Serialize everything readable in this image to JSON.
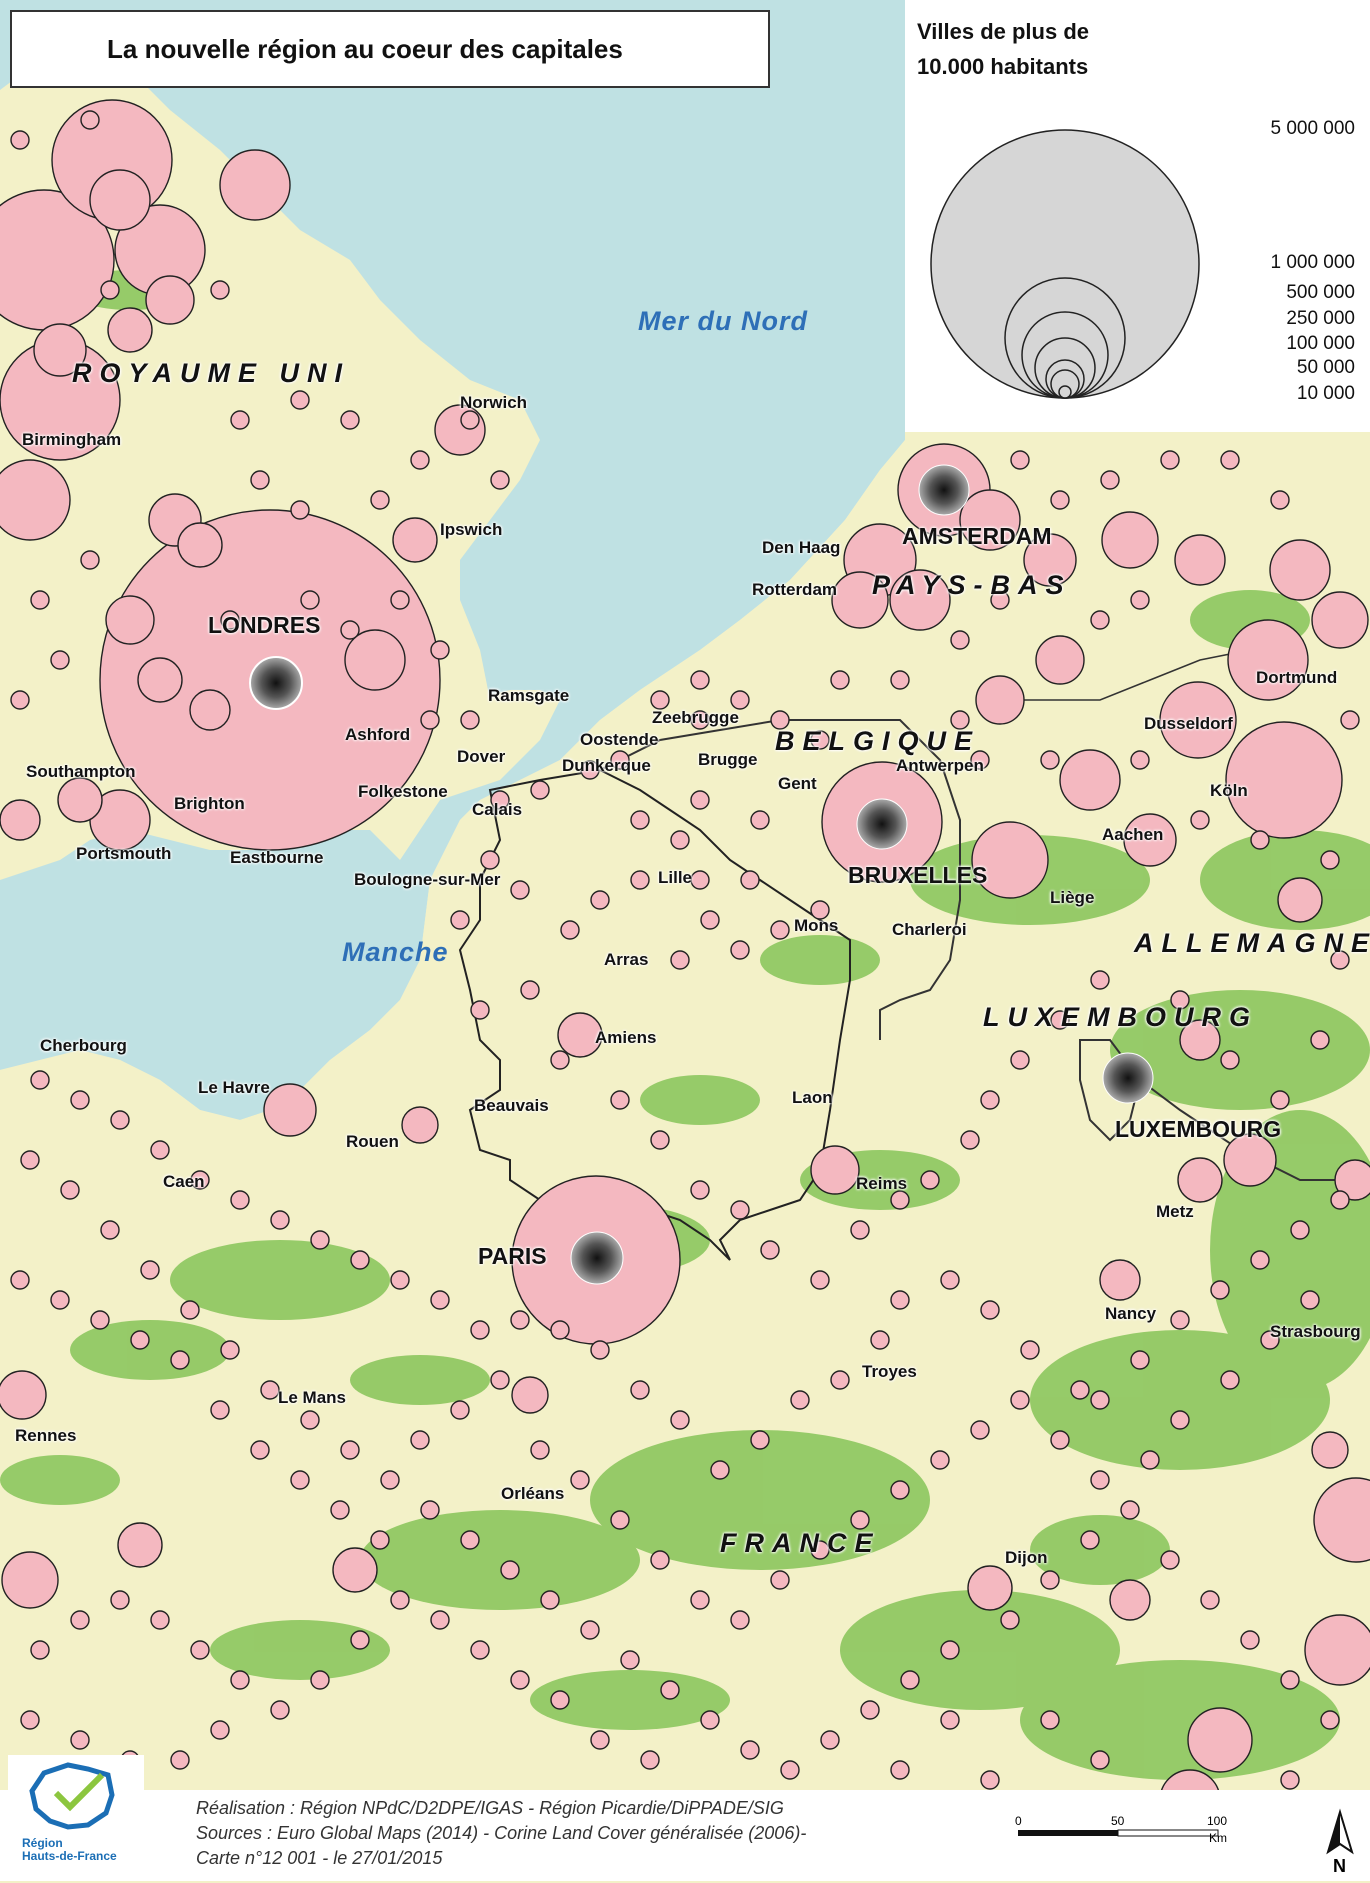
{
  "title": "La nouvelle région au coeur des capitales",
  "legend": {
    "title_line1": "Villes de plus de",
    "title_line2": "10.000 habitants",
    "values": [
      "5 000 000",
      "1 000 000",
      "500 000",
      "250 000",
      "100 000",
      "50 000",
      "10 000"
    ]
  },
  "seas": {
    "north_sea": "Mer du Nord",
    "channel": "Manche"
  },
  "countries": {
    "uk": "ROYAUME UNI",
    "netherlands": "PAYS-BAS",
    "belgium": "BELGIQUE",
    "germany": "ALLEMAGNE",
    "luxembourg": "LUXEMBOURG",
    "france": "FRANCE"
  },
  "capitals": {
    "london": "LONDRES",
    "amsterdam": "AMSTERDAM",
    "brussels": "BRUXELLES",
    "luxembourg": "LUXEMBOURG",
    "paris": "PARIS"
  },
  "cities": {
    "birmingham": "Birmingham",
    "norwich": "Norwich",
    "ipswich": "Ipswich",
    "ramsgate": "Ramsgate",
    "ashford": "Ashford",
    "dover": "Dover",
    "folkestone": "Folkestone",
    "southampton": "Southampton",
    "brighton": "Brighton",
    "portsmouth": "Portsmouth",
    "eastbourne": "Eastbourne",
    "den_haag": "Den Haag",
    "rotterdam": "Rotterdam",
    "dortmund": "Dortmund",
    "dusseldorf": "Dusseldorf",
    "koln": "Köln",
    "aachen": "Aachen",
    "liege": "Liège",
    "zeebrugge": "Zeebrugge",
    "oostende": "Oostende",
    "brugge": "Brugge",
    "dunkerque": "Dunkerque",
    "antwerpen": "Antwerpen",
    "gent": "Gent",
    "calais": "Calais",
    "boulogne": "Boulogne-sur-Mer",
    "lille": "Lille",
    "mons": "Mons",
    "charleroi": "Charleroi",
    "arras": "Arras",
    "amiens": "Amiens",
    "cherbourg": "Cherbourg",
    "le_havre": "Le Havre",
    "beauvais": "Beauvais",
    "laon": "Laon",
    "rouen": "Rouen",
    "caen": "Caen",
    "reims": "Reims",
    "metz": "Metz",
    "nancy": "Nancy",
    "strasbourg": "Strasbourg",
    "troyes": "Troyes",
    "le_mans": "Le Mans",
    "rennes": "Rennes",
    "orleans": "Orléans",
    "dijon": "Dijon"
  },
  "logo": {
    "line1": "Région",
    "line2": "Hauts-de-France"
  },
  "credits": {
    "line1": "Réalisation : Région NPdC/D2DPE/IGAS - Région Picardie/DiPPADE/SIG",
    "line2": "Sources : Euro Global Maps (2014) - Corine Land Cover généralisée (2006)-",
    "line3": "Carte n°12 001 - le 27/01/2015"
  },
  "scale": {
    "t0": "0",
    "t50": "50",
    "t100": "100",
    "unit": "Km"
  },
  "north": "N",
  "colors": {
    "sea": "#bfe1e3",
    "land": "#f3f1c8",
    "forest": "#8cc65e",
    "city_circle": "#f4b8c0",
    "capital_center": "#2b2b2b"
  }
}
